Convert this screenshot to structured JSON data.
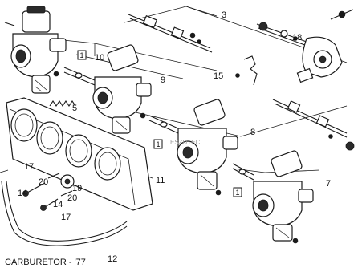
{
  "diagram": {
    "caption": "CARBURETOR - '77",
    "callouts": [
      "3",
      "10",
      "18",
      "15",
      "9",
      "5",
      "8",
      "11",
      "7",
      "17",
      "20",
      "14",
      "19",
      "20",
      "14",
      "17",
      "12"
    ],
    "box_tags": [
      "1",
      "1",
      "1"
    ],
    "watermark": "ESZUTEC"
  }
}
